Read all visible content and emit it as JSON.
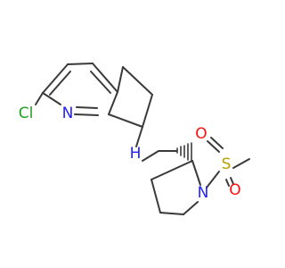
{
  "molecule": {
    "atoms": {
      "cl": {
        "label": "Cl",
        "color": "#1fa01f"
      },
      "n_pyridine": {
        "label": "N",
        "color": "#2020ff"
      },
      "nh": {
        "label": "H",
        "color": "#2020ff"
      },
      "n_ring": {
        "label": "N",
        "color": "#2020ff"
      },
      "s": {
        "label": "S",
        "color": "#b8a100"
      },
      "o_top": {
        "label": "O",
        "color": "#ff0d0d"
      },
      "o_bottom": {
        "label": "O",
        "color": "#ff0d0d"
      }
    }
  }
}
